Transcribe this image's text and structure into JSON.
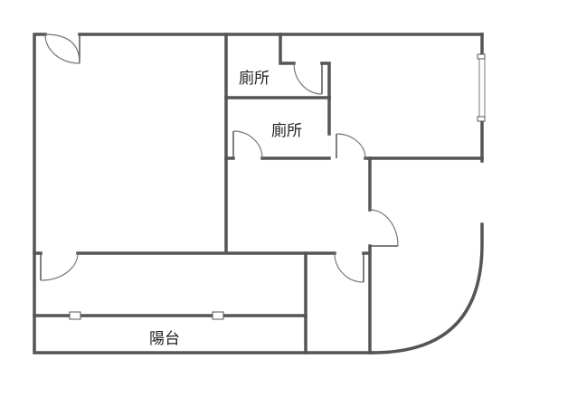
{
  "floorplan": {
    "rooms": [
      {
        "label": "廁所"
      },
      {
        "label": "廁所"
      },
      {
        "label": "陽台"
      }
    ],
    "colors": {
      "wall": "#555555",
      "door": "#777777",
      "background": "#ffffff"
    }
  }
}
